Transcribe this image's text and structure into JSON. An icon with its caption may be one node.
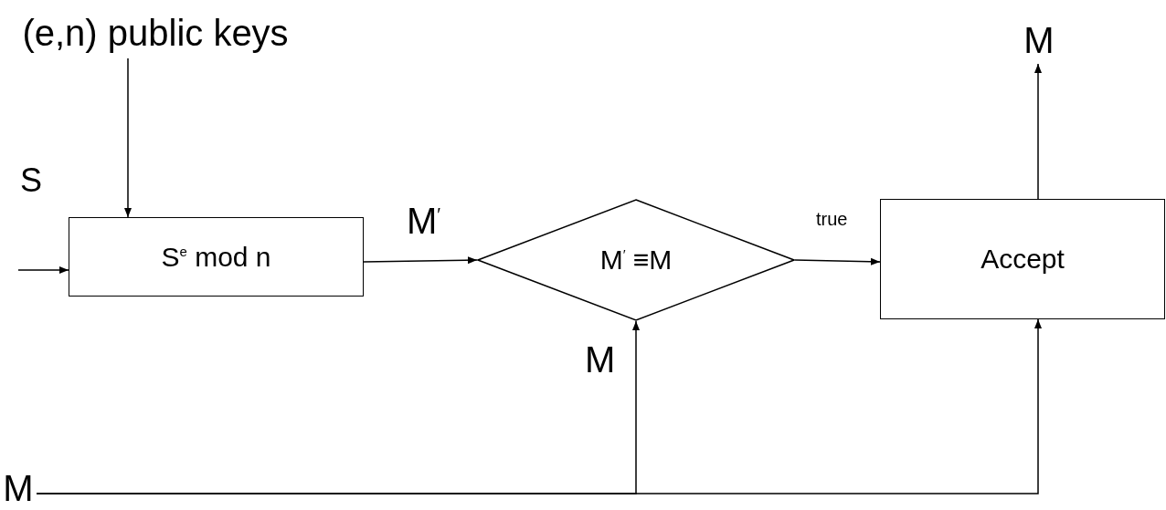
{
  "diagram": {
    "nodes": [
      {
        "text": [
          "(e,n) public keys"
        ]
      },
      {
        "text": [
          "S$^{e}$ mod n"
        ]
      },
      {
        "text": [
          "M$^{′}$ ≡M"
        ]
      },
      {
        "text": [
          "Accept"
        ]
      },
      {
        "text": [
          "M"
        ]
      },
      {
        "text": [
          "M"
        ]
      }
    ],
    "edges": [
      {
        "from": 0,
        "to": 1,
        "arrow": "to"
      },
      {
        "from": null,
        "to": 1,
        "arrow": "to",
        "label": "S"
      },
      {
        "from": 1,
        "to": 2,
        "arrow": "to",
        "label": "M$^{′}$"
      },
      {
        "from": 2,
        "to": 3,
        "arrow": "to",
        "label": "true"
      },
      {
        "from": 3,
        "to": 4,
        "arrow": "to"
      },
      {
        "from": 5,
        "to": 2,
        "arrow": "to",
        "label": "M"
      },
      {
        "from": 5,
        "to": 3,
        "arrow": "to"
      }
    ]
  }
}
